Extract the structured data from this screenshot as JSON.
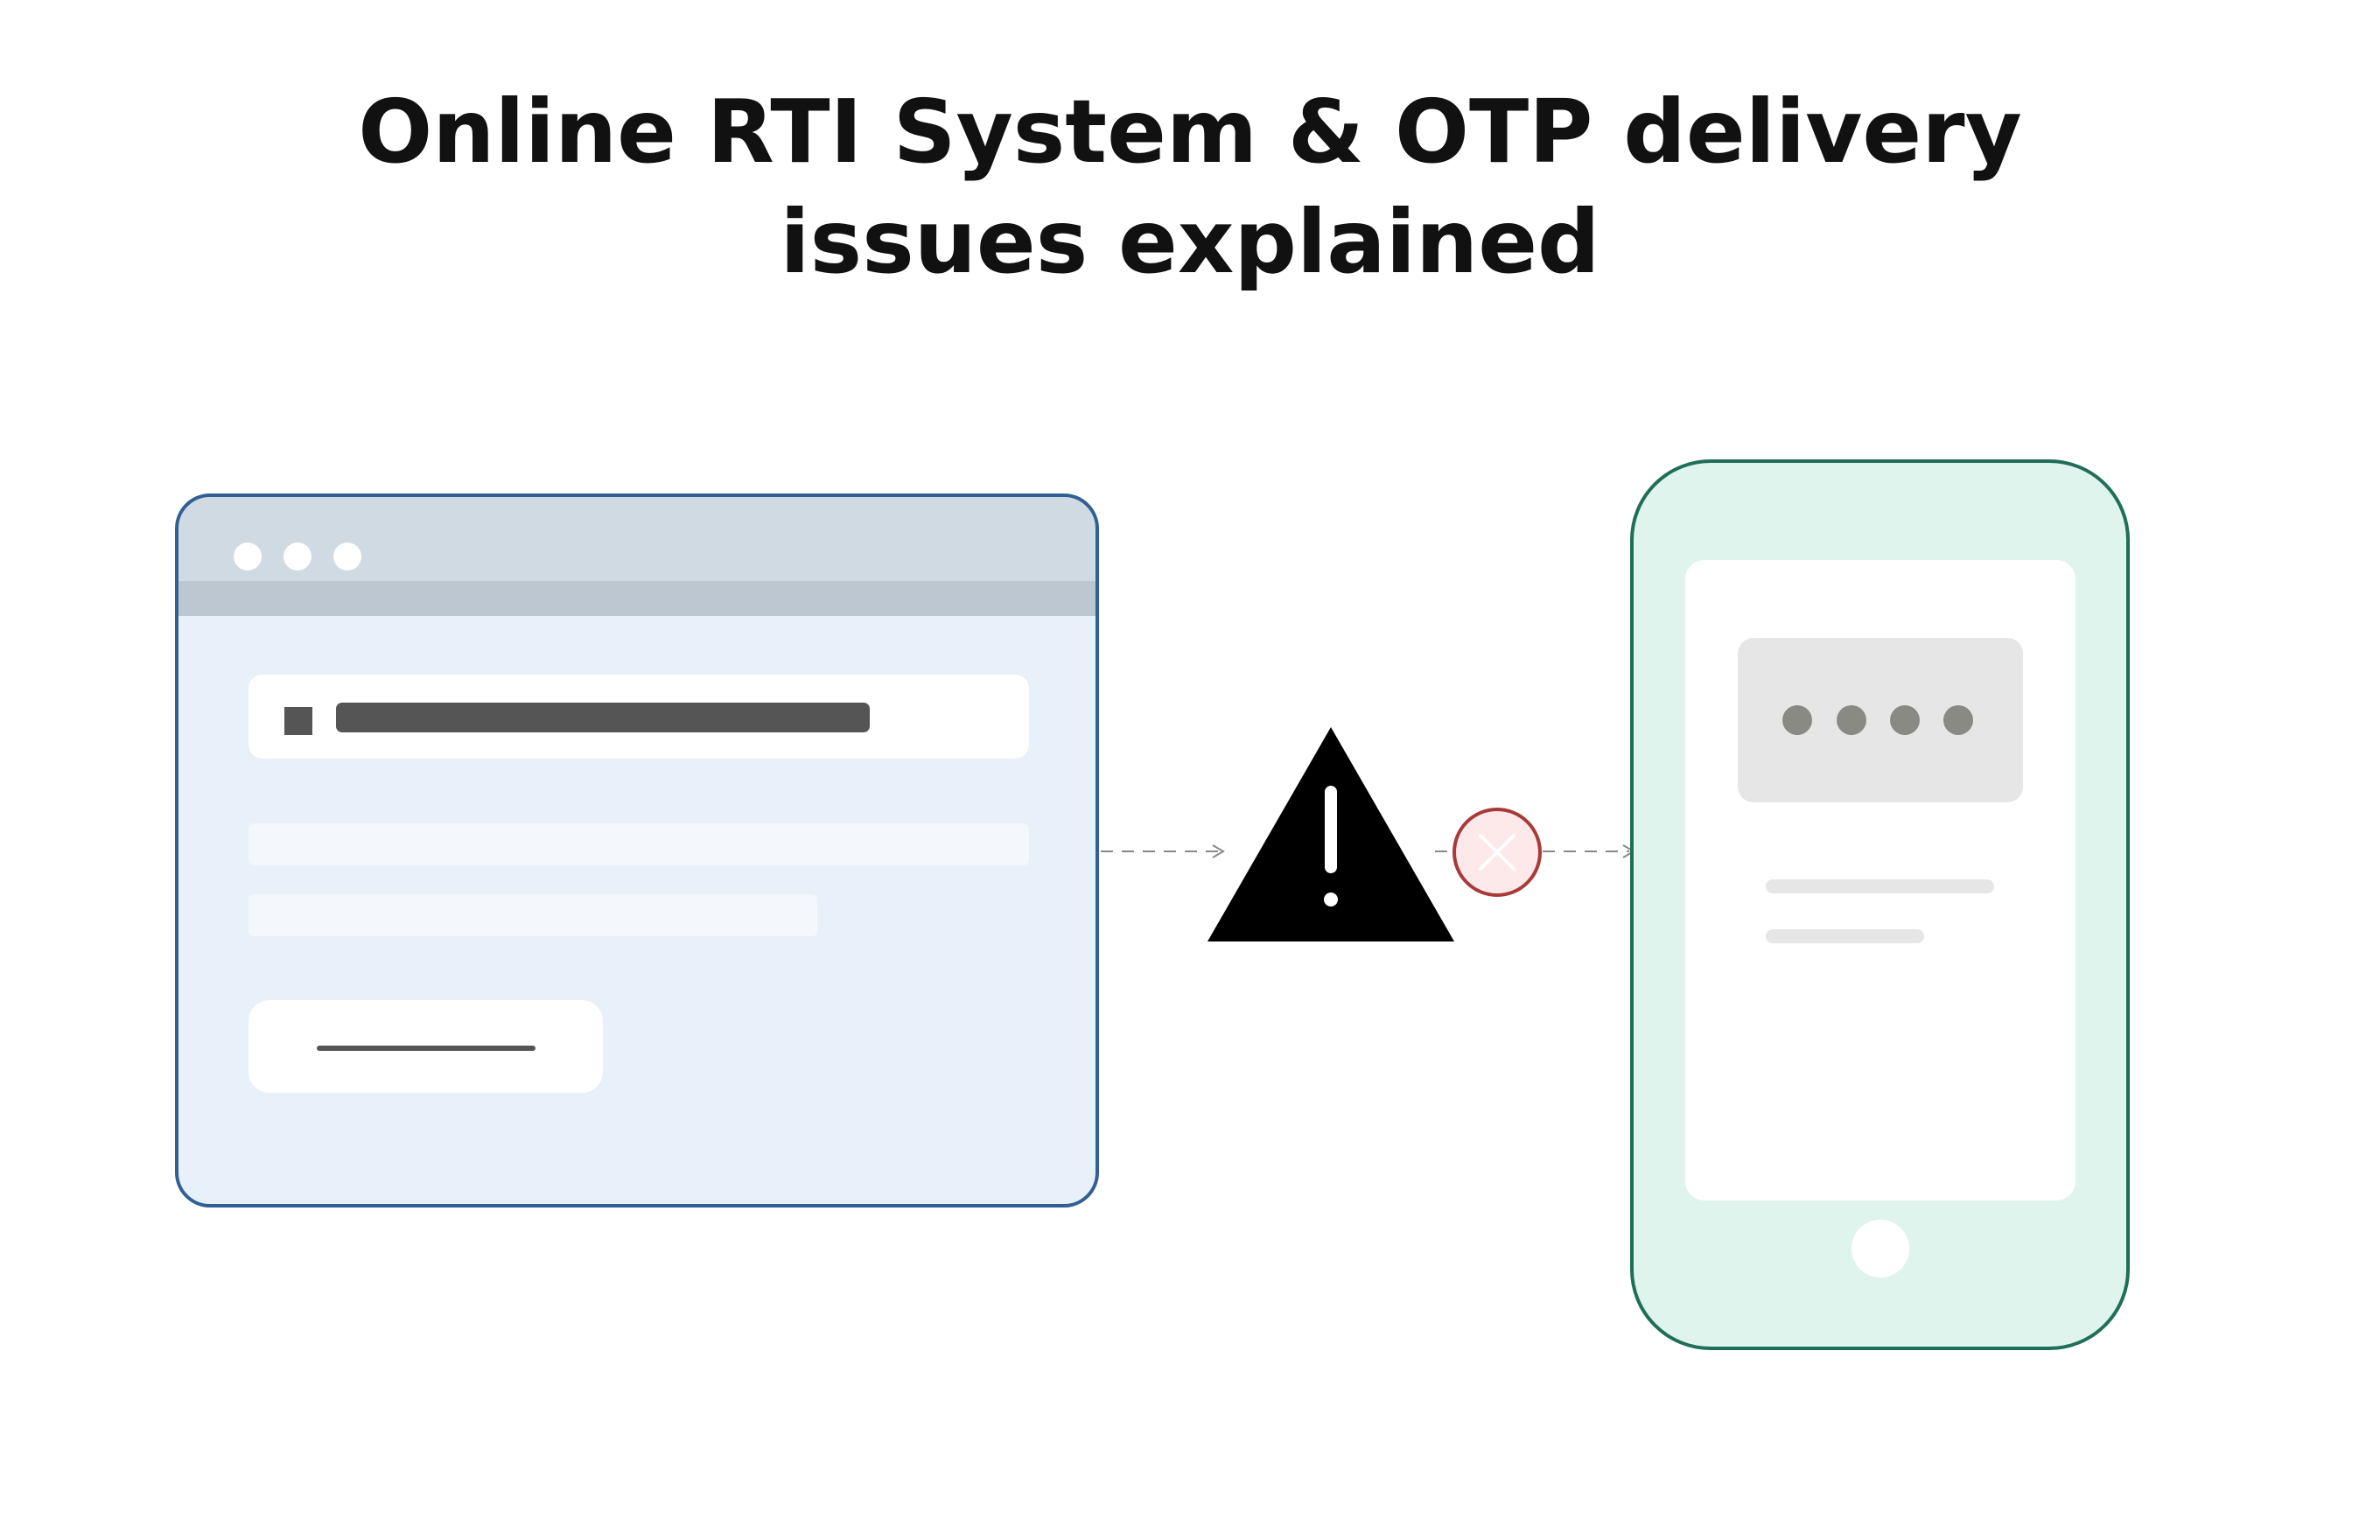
{
  "title": {
    "line1": "Online RTI System & OTP delivery",
    "line2": "issues explained"
  },
  "colors": {
    "browser_border": "#2f5f93",
    "browser_fill": "#e8f0fa",
    "browser_titlebar": "#cfdae3",
    "browser_titlebar_shadow": "#bcc7d1",
    "phone_border": "#1f6e57",
    "phone_fill": "#e0f4ee",
    "otp_box": "#e6e6e6",
    "otp_dot": "#8a8a84",
    "dark_bar": "#555555",
    "warning": "#000000",
    "error_ring": "#a83a3a",
    "error_fill": "#fde9e9",
    "connector": "#888888"
  },
  "icons": {
    "warning": "warning-triangle-icon",
    "error": "x-circle-icon",
    "otp": "masked-otp-dots"
  }
}
